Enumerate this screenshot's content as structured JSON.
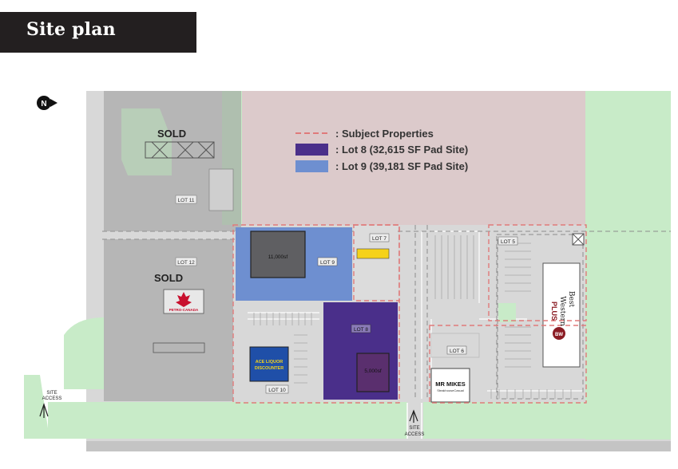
{
  "header": {
    "title": "Site plan"
  },
  "north_label": "N",
  "legend": {
    "subject": ": Subject Properties",
    "lot8": ": Lot 8 (32,615 SF Pad Site)",
    "lot9": ": Lot 9 (39,181 SF Pad Site)"
  },
  "labels": {
    "sold_top": "SOLD",
    "sold_mid": "SOLD",
    "lot11": "LOT 11",
    "lot12": "LOT 12",
    "lot9": "LOT 9",
    "lot7": "LOT 7",
    "lot5": "LOT 5",
    "lot8": "LOT 8",
    "lot6": "LOT 6",
    "lot10": "LOT 10",
    "bldg9": "11,000sf",
    "bldg8": "5,000sf",
    "site_access_left_1": "SITE",
    "site_access_left_2": "ACCESS",
    "site_access_bottom_1": "SITE",
    "site_access_bottom_2": "ACCESS"
  },
  "tenants": {
    "petro": "PETRO-CANADA",
    "ace_1": "ACE LIQUOR",
    "ace_2": "DISCOUNTER",
    "mr_mikes_1": "MR MIKES",
    "mr_mikes_2": "SteakhouseCasual",
    "best_1": "Best",
    "best_2": "Western",
    "best_3": "PLUS",
    "best_logo": "BW"
  },
  "colors": {
    "lot8": "#4a2f8a",
    "lot9": "#6e8fd0",
    "subject_dash": "#e07a7a",
    "green": "#c8ebc8",
    "pink": "#dccacb",
    "sold_overlay": "#9a9a9a"
  }
}
